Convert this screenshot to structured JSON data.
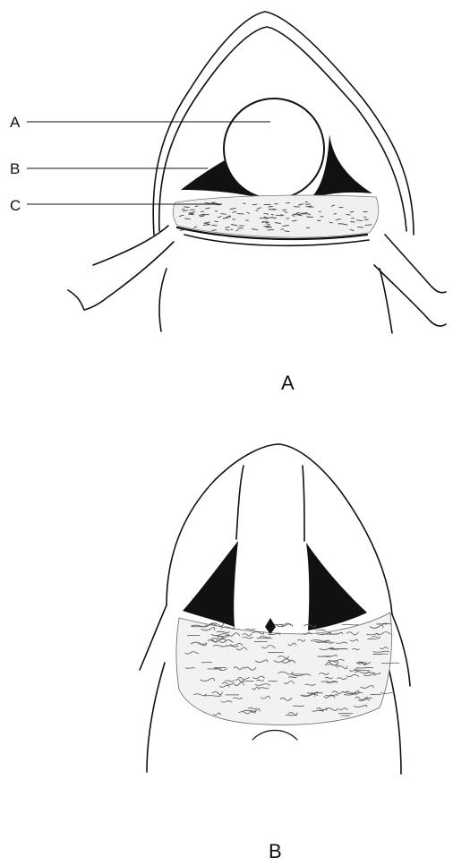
{
  "figure": {
    "callouts": [
      {
        "letter": "A"
      },
      {
        "letter": "B"
      },
      {
        "letter": "C"
      }
    ],
    "panels": [
      {
        "label": "A"
      },
      {
        "label": "B"
      }
    ],
    "colors": {
      "ink": "#111111",
      "paper": "#ffffff",
      "stipple": "#555555"
    }
  }
}
